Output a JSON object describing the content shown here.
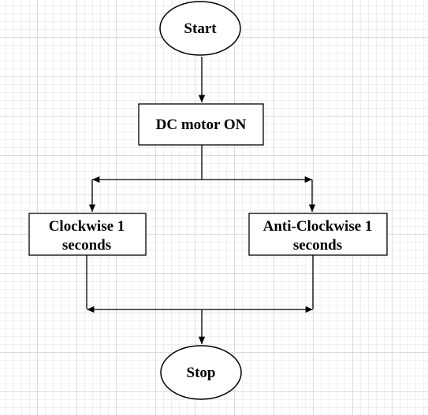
{
  "diagram": {
    "start": "Start",
    "process": "DC motor ON",
    "clockwise": [
      "Clockwise 1",
      "seconds"
    ],
    "anticlockwise": [
      "Anti-Clockwise 1",
      "seconds"
    ],
    "stop": "Stop"
  },
  "colors": {
    "stroke": "#000000",
    "fill": "#ffffff",
    "grid": "#dcdcdc"
  }
}
